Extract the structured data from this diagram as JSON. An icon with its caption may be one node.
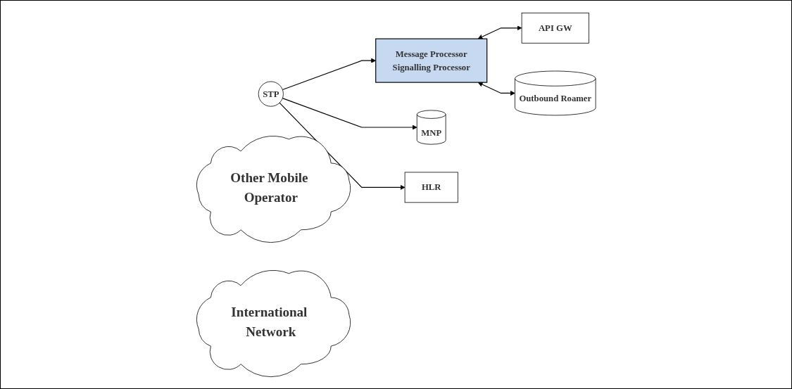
{
  "diagram": {
    "nodes": [
      {
        "text": [
          "Message Processor",
          "Signalling Processor"
        ]
      },
      {
        "text": [
          "STP"
        ]
      },
      {
        "text": [
          "MNP"
        ]
      },
      {
        "text": [
          "HLR"
        ]
      },
      {
        "text": [
          "API GW"
        ]
      },
      {
        "text": [
          "Other Mobile Operator"
        ]
      },
      {
        "text": [
          "Outbound Roamer"
        ]
      },
      {
        "text": [
          "International Network"
        ]
      }
    ],
    "edges": [
      {
        "from": 1,
        "to": 0,
        "arrow": "to"
      },
      {
        "from": 1,
        "to": 2,
        "arrow": "to"
      },
      {
        "from": 1,
        "to": 3,
        "arrow": "to"
      },
      {
        "from": 0,
        "to": 4,
        "arrow": "both"
      },
      {
        "from": 0,
        "to": 6,
        "arrow": "both"
      }
    ]
  }
}
